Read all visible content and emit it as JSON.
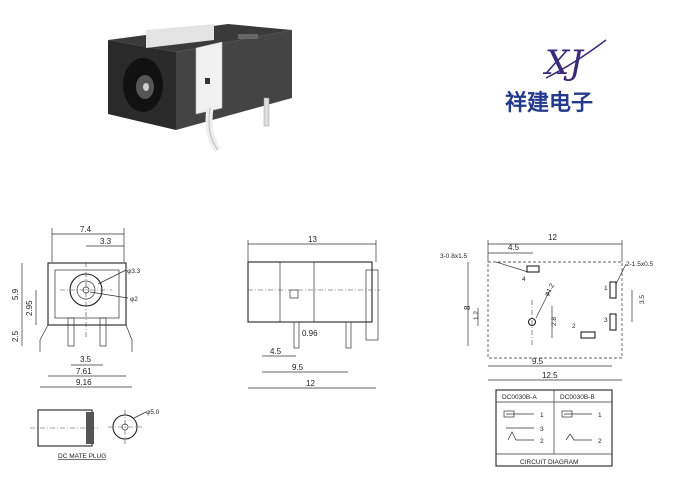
{
  "logo": {
    "mark": "XJ",
    "name": "祥建电子"
  },
  "front_view": {
    "top_width": "7.4",
    "top_offset": "3.3",
    "pin_dia": "φ3.3",
    "pin_dia2": "φ2",
    "height": "5.9",
    "center_h": "2.95",
    "foot_h": "2.5",
    "pin_span": "3.5",
    "body_width": "7.61",
    "total_width": "9.16"
  },
  "side_view": {
    "length": "13",
    "pin_thk": "0.96",
    "pin1": "4.5",
    "pin2": "9.5",
    "base": "12"
  },
  "pcb_layout": {
    "width": "12",
    "slot": "3-0.8x1.5",
    "slot_offset": "4.5",
    "hole": "2-1.5x0.5",
    "depth": "8",
    "mid": "1.2",
    "hole_dia": "φ1.2",
    "pad_gap": "2.8",
    "right_gap": "3.5",
    "pin_dist": "9.5",
    "total": "12.5",
    "labels": {
      "p1": "1",
      "p2": "2",
      "p3": "3",
      "p4": "4"
    }
  },
  "plug": {
    "label": "DC MATE PLUG",
    "dia": "φ5.0"
  },
  "circuit": {
    "col_a": "DC0030B-A",
    "col_b": "DC0030B-B",
    "title": "CIRCUIT DIAGRAM",
    "n1": "1",
    "n2": "2",
    "n3": "3"
  }
}
